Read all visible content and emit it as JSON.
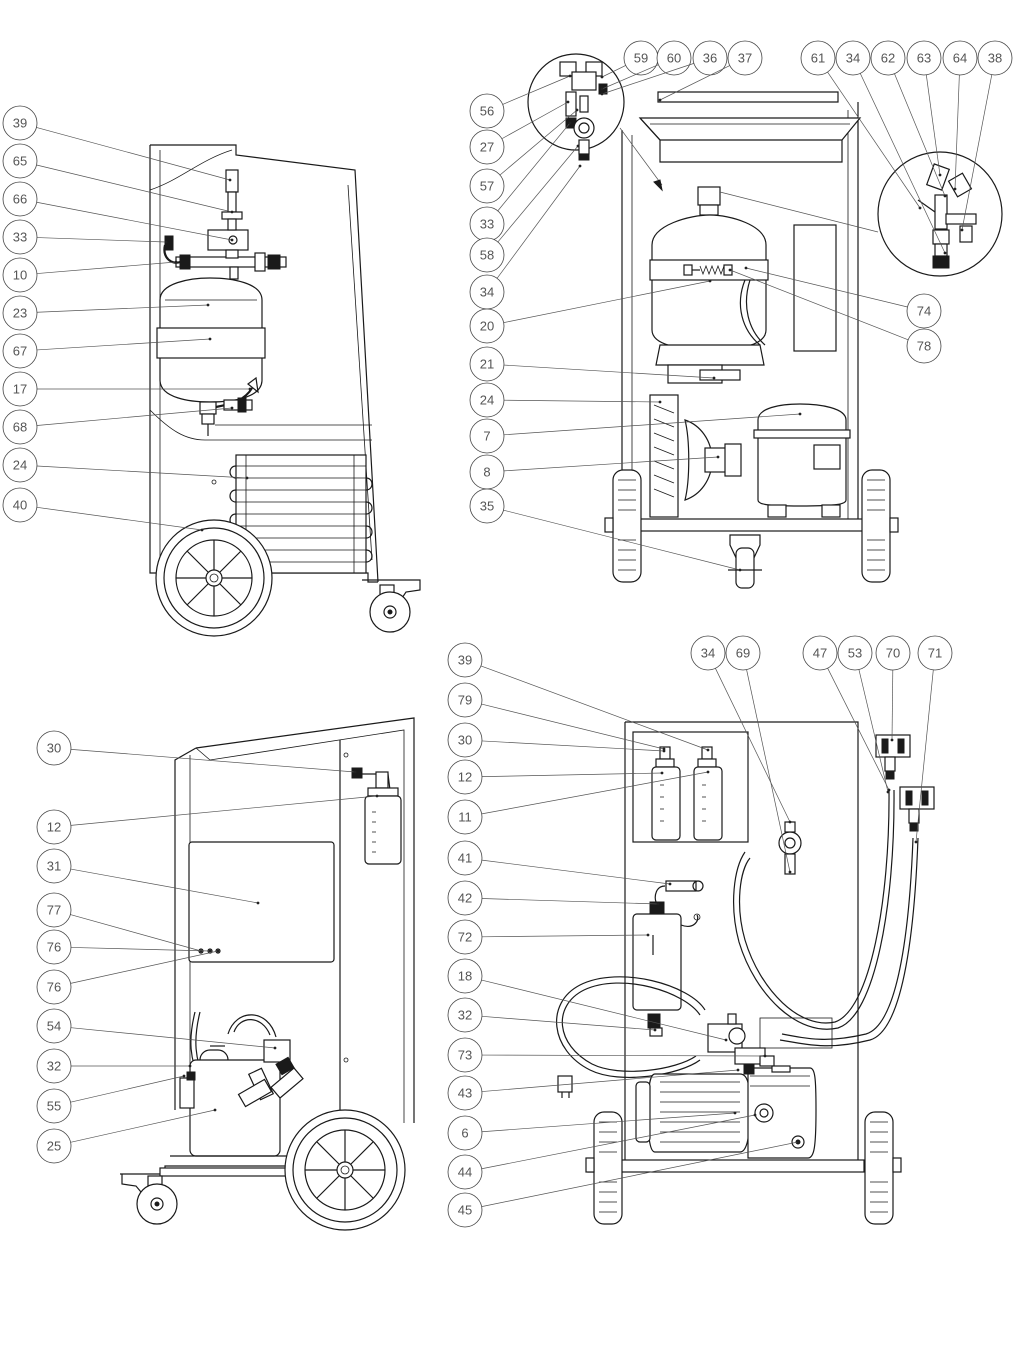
{
  "diagram": {
    "views": [
      {
        "id": "view-left-side",
        "callouts": [
          "39",
          "65",
          "66",
          "33",
          "10",
          "23",
          "67",
          "17",
          "68",
          "24",
          "40"
        ]
      },
      {
        "id": "view-rear",
        "callouts": [
          "56",
          "59",
          "60",
          "36",
          "37",
          "27",
          "57",
          "33",
          "58",
          "34",
          "20",
          "21",
          "24",
          "7",
          "8",
          "35",
          "61",
          "34",
          "62",
          "63",
          "64",
          "38",
          "74",
          "78"
        ]
      },
      {
        "id": "view-right-side",
        "callouts": [
          "30",
          "12",
          "31",
          "77",
          "76",
          "76",
          "54",
          "32",
          "55",
          "25"
        ]
      },
      {
        "id": "view-front-interior",
        "callouts": [
          "39",
          "79",
          "30",
          "12",
          "11",
          "41",
          "42",
          "72",
          "18",
          "32",
          "73",
          "43",
          "6",
          "44",
          "45",
          "34",
          "69",
          "47",
          "53",
          "70",
          "71"
        ]
      }
    ]
  }
}
